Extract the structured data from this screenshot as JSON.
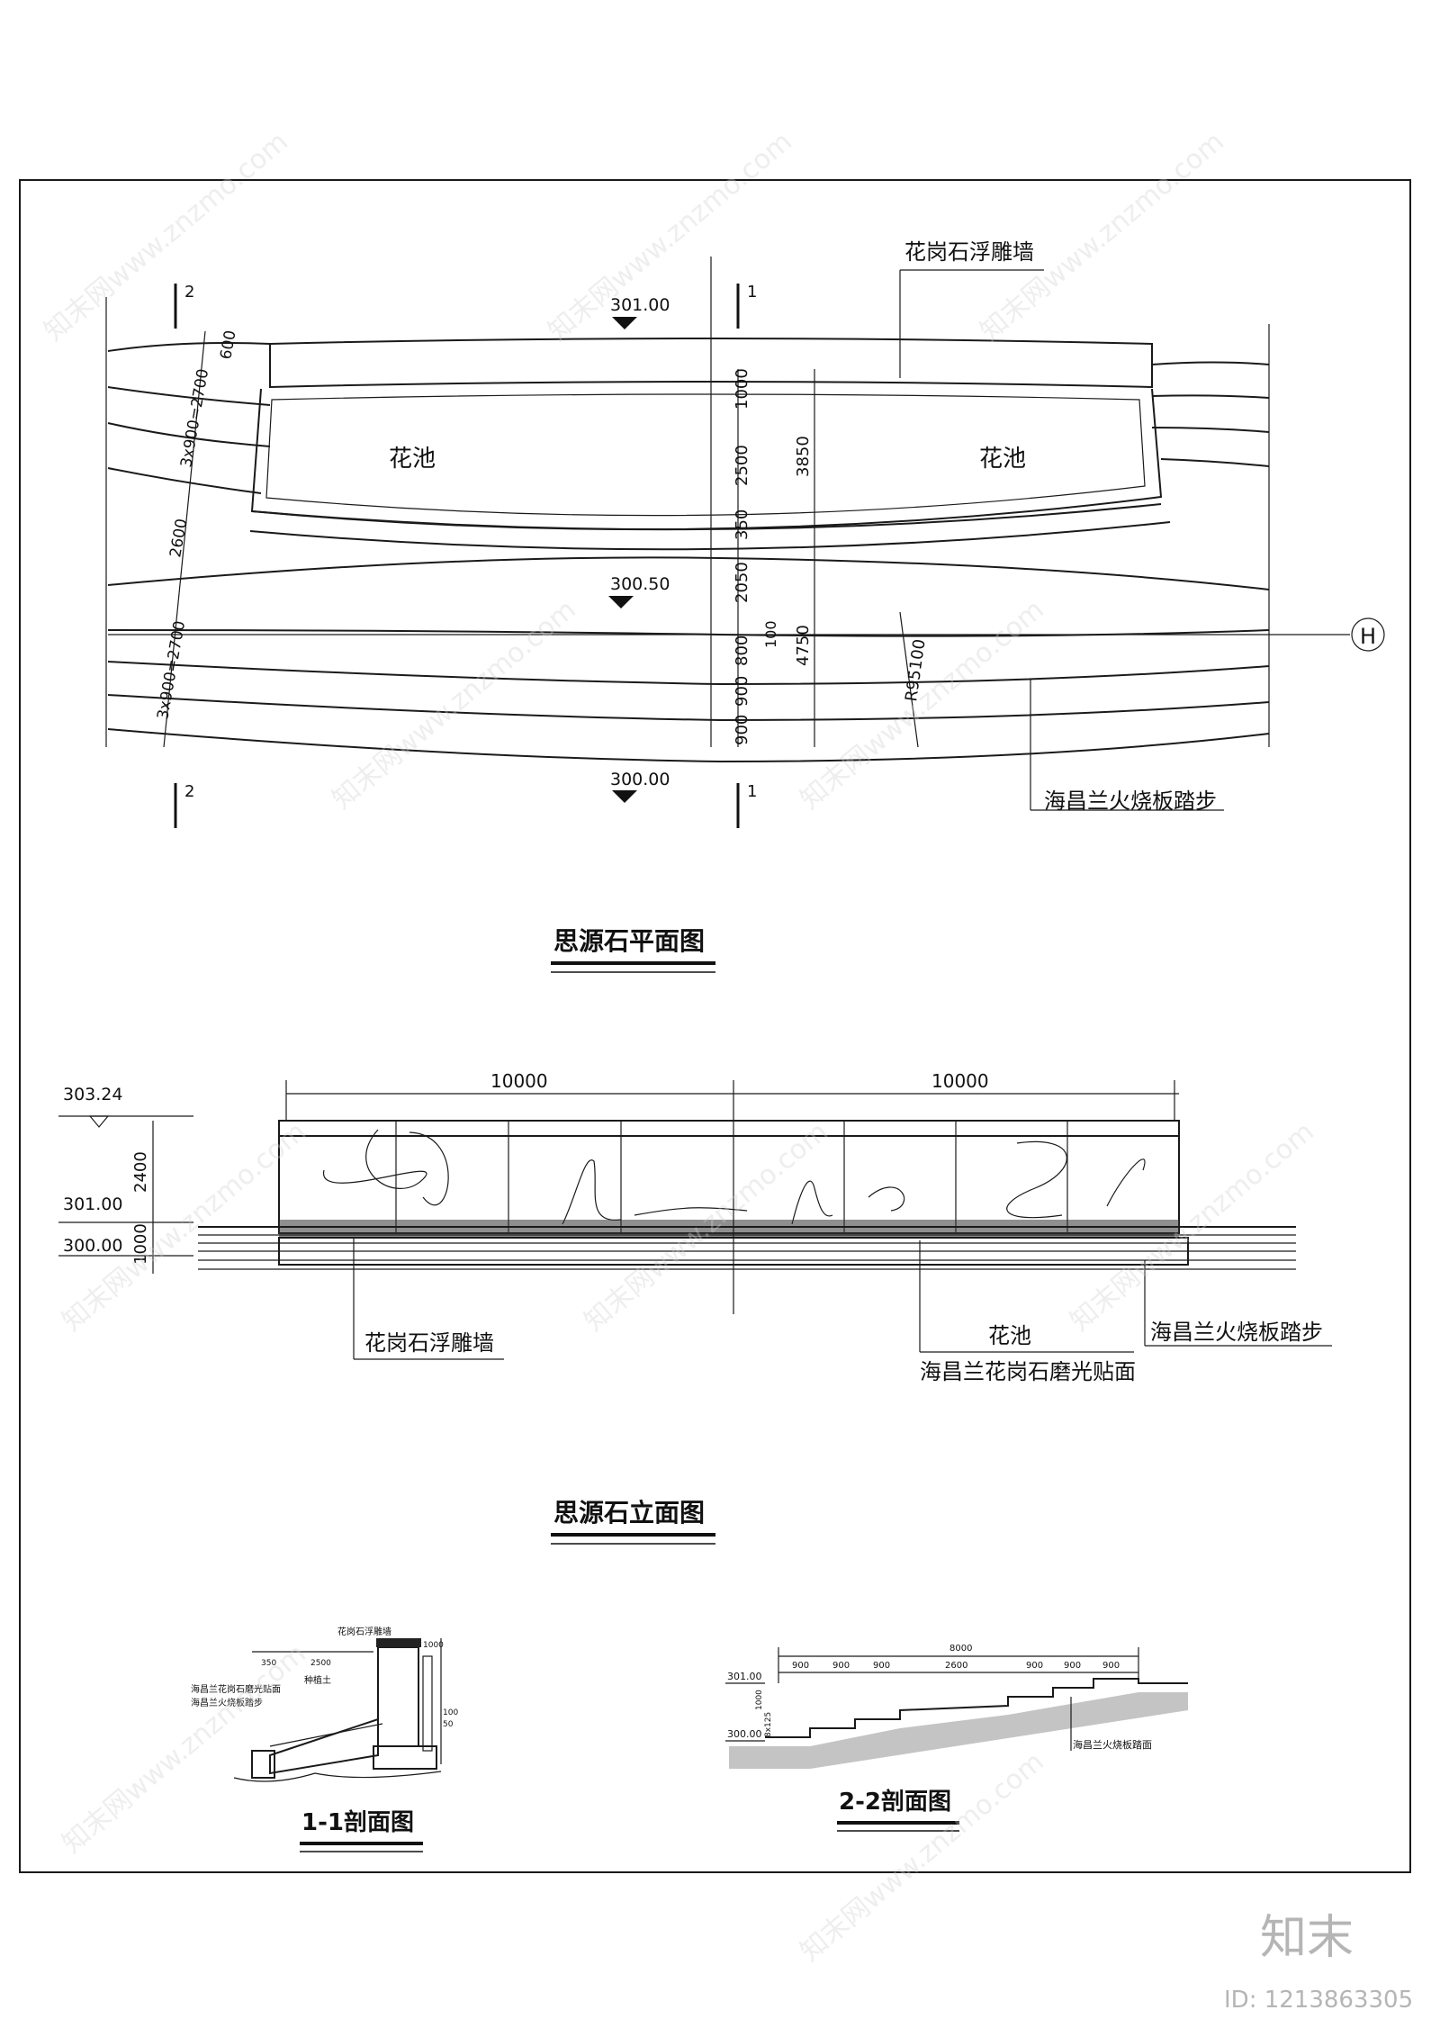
{
  "plan": {
    "title": "思源石平面图",
    "elevations": [
      "301.00",
      "300.50",
      "300.00"
    ],
    "section_marks": [
      "2",
      "1",
      "2",
      "1"
    ],
    "labels": {
      "relief_wall": "花岗石浮雕墙",
      "flower_bed_left": "花池",
      "flower_bed_right": "花池",
      "steps": "海昌兰火烧板踏步",
      "radius": "R95100",
      "axis": "H"
    },
    "dims_vertical": [
      "1000",
      "2500",
      "350",
      "2050",
      "800",
      "100",
      "900",
      "900"
    ],
    "dims_total": [
      "3850",
      "4750"
    ],
    "dims_left": [
      "600",
      "3x900=2700",
      "2600",
      "3x900=2700"
    ]
  },
  "elevation": {
    "title": "思源石立面图",
    "levels": [
      "303.24",
      "301.00",
      "300.00"
    ],
    "dims_h": [
      "10000",
      "10000"
    ],
    "dims_v": [
      "2400",
      "1000"
    ],
    "labels": {
      "relief_wall": "花岗石浮雕墙",
      "flower_bed": "花池",
      "polished": "海昌兰花岗石磨光贴面",
      "steps": "海昌兰火烧板踏步"
    }
  },
  "section11": {
    "title": "1-1剖面图",
    "labels": [
      "花岗石浮雕墙",
      "海昌兰花岗石磨光贴面",
      "海昌兰火烧板踏步",
      "种植土"
    ],
    "dims": [
      "2500",
      "350",
      "1000",
      "100",
      "50"
    ]
  },
  "section22": {
    "title": "2-2剖面图",
    "total": "8000",
    "dims": [
      "900",
      "900",
      "900",
      "2600",
      "900",
      "900",
      "900"
    ],
    "levels": [
      "301.00",
      "300.00"
    ],
    "rise": "1000",
    "rise_detail": "8x125",
    "label": "海昌兰火烧板踏面"
  },
  "brand": {
    "logo_text": "知末",
    "id_text": "ID: 1213863305",
    "watermark": "知末网www.znzmo.com"
  }
}
